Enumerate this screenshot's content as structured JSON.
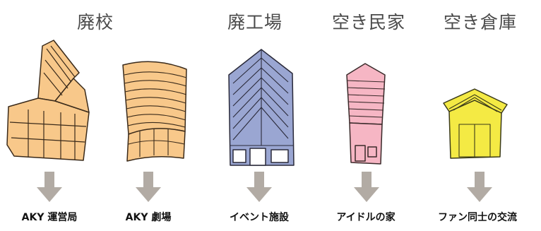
{
  "categories": [
    {
      "title": "廃校",
      "labels": [
        "AKY 運営局",
        "AKY 劇場"
      ]
    },
    {
      "title": "廃工場",
      "labels": [
        "イベント施設"
      ]
    },
    {
      "title": "空き民家",
      "labels": [
        "アイドルの家"
      ]
    },
    {
      "title": "空き倉庫",
      "labels": [
        "ファン同士の交流"
      ]
    }
  ],
  "colors": {
    "school": "#f8c88a",
    "factory": "#9aa6d2",
    "house": "#f6b6c4",
    "warehouse": "#f4ea44",
    "arrow": "#b2aba4"
  }
}
